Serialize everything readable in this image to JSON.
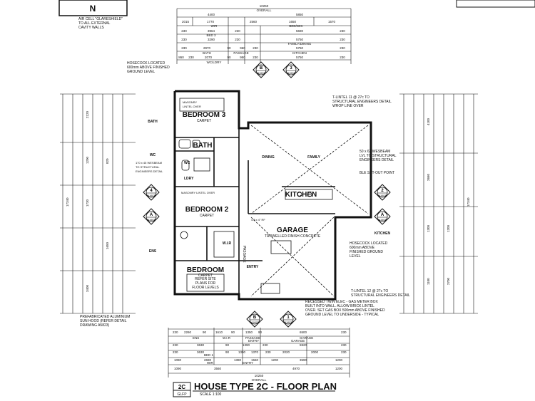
{
  "plan": {
    "north_label": "N",
    "header_notes": [
      "AIR CELL \"GLARESHIELD\"",
      "TO ALL EXTERNAL",
      "CAVITY WALLS"
    ],
    "rooms": {
      "bedroom3": "BEDROOM 3",
      "bedroom3_floor": "CARPET",
      "bath": "BATH",
      "dining": "DINING",
      "family": "FAMILY",
      "kitchen": "KITCHEN",
      "bedroom2": "BEDROOM 2",
      "bedroom2_floor": "CARPET",
      "wc": "WC",
      "lndry": "LDRY",
      "garage": "GARAGE",
      "garage_floor": "TROWELLED FINISH CONCRETE",
      "wir": "W.I.R",
      "entry": "ENTRY",
      "bedroom1": "BEDROOM",
      "bedroom1_floor": "CARPET",
      "passage": "PASSAGE",
      "kitchen_side": "KITCHEN",
      "ens": "ENS",
      "bath_side": "BATH",
      "wc_side": "WC"
    },
    "notes": {
      "hosecock_top": [
        "HOSECOCK LOCATED",
        "600mm ABOVE FINISHED",
        "GROUND LEVEL"
      ],
      "lintel_top": [
        "T-LINTEL 11 @ 27c TO",
        "STRUCTURAL ENGINEERS DETAIL",
        "WROP LINE OVER"
      ],
      "masonry": [
        "MASONRY",
        "LINTEL OVER"
      ],
      "wesbeam": [
        "50 x 63 WESBEAM",
        "LVL TO STRUCTURAL",
        "ENGINEERS DETAIL"
      ],
      "setout": "BLE SET-OUT POINT",
      "structural_left": [
        "170 x 45 WESBEAM",
        "TO STRUCTURAL",
        "ENGINEERS DETAIL"
      ],
      "hosecock_right": [
        "HOSECOCK LOCATED",
        "600mm ABOVE",
        "FINISHED GROUND",
        "LEVEL"
      ],
      "refer_site": [
        "REFER SITE",
        "PLANS FOR",
        "FLOOR LEVELS"
      ],
      "prefab": [
        "PREFABRICATED ALUMINIUM",
        "SUN HOOD (REFER DETAIL",
        "DRAWING A5823)"
      ],
      "recessed": [
        "RECESSED TWIN ELEC - GAS METER BOX",
        "BUILT INTO WALL. ALLOW BRICK LINTEL",
        "OVER. SET GAS BOX 500mm ABOVE FINISHED",
        "GROUND LEVEL TO UNDERSIDE - TYPICAL"
      ],
      "lintel_bottom": [
        "T-LINTEL 12 @ 27c TO",
        "STRUCTURAL ENGINEERS DETAIL"
      ],
      "masonry_lintel": "MASONRY LINTEL OVER",
      "lamp": "4.5 x 4\" RF"
    },
    "top_dims": {
      "overall_value": "10250",
      "overall_label": "OVERALL",
      "row1": [
        "4400",
        "5850"
      ],
      "row2": [
        "2015",
        "1770",
        "2560",
        "1650",
        "1570"
      ],
      "row3": [
        "WIR",
        "BED/WIC"
      ],
      "row4": [
        "230",
        "3964",
        "230",
        "5690",
        "230"
      ],
      "row4_label": "BED 3",
      "row5": [
        "230",
        "3290",
        "230",
        "5750",
        "230"
      ],
      "row5_label": "FAMILY/DINING",
      "row6": [
        "230",
        "2970",
        "90",
        "960",
        "230",
        "5750",
        "230"
      ],
      "row7": [
        "BATH",
        "PASSAGE",
        "KITCHEN"
      ],
      "row8": [
        "860",
        "230",
        "2070",
        "90",
        "950",
        "230",
        "5750",
        "230"
      ],
      "row8_label": "WC/LDRY"
    },
    "bottom_dims": {
      "row1": [
        "230",
        "2260",
        "90",
        "1610",
        "90",
        "1350",
        "90",
        "6500",
        "230"
      ],
      "row1_labels": [
        "ENS",
        "W.I.R",
        "PASSAGE",
        "GARAGE"
      ],
      "row2": [
        "230",
        "3630",
        "90",
        "1390",
        "230",
        "5920",
        "230"
      ],
      "row2_labels": [
        "ENTRY",
        "GARAGE"
      ],
      "row3": [
        "230",
        "3630",
        "90",
        "1390",
        "1370",
        "230",
        "2020",
        "2000",
        "230"
      ],
      "row3_label": "BED 1",
      "row4": [
        "1090",
        "2690",
        "1390",
        "1560",
        "1200",
        "3590",
        "1200"
      ],
      "row4_labels": [
        "WIR",
        "ENTRY"
      ],
      "row5": [
        "1090",
        "3560",
        "4970",
        "1200"
      ],
      "overall_value": "10250",
      "overall_label": "OVERALL"
    },
    "left_side_dims": [
      "2120",
      "1200",
      "1730",
      "820",
      "1650",
      "3400"
    ],
    "right_side_dims": [
      "4100",
      "2660",
      "1200",
      "1300",
      "2700",
      "1100"
    ],
    "left_overall": "17340",
    "right_overall": "17340",
    "markers": [
      {
        "letter": "B",
        "ref": "A1603"
      },
      {
        "letter": "3",
        "ref": "A1602"
      },
      {
        "letter": "A",
        "ref": "A1603"
      },
      {
        "letter": "4",
        "ref": "A1603"
      },
      {
        "letter": "2",
        "ref": "A1603"
      },
      {
        "letter": "A",
        "ref": "A1603"
      },
      {
        "letter": "B",
        "ref": "A1603"
      },
      {
        "letter": "1",
        "ref": "A1603"
      }
    ],
    "title_block": {
      "code": "2C",
      "code_sub": "GLFP",
      "title": "HOUSE TYPE 2C - FLOOR PLAN",
      "scale": "SCALE 1:100"
    }
  }
}
